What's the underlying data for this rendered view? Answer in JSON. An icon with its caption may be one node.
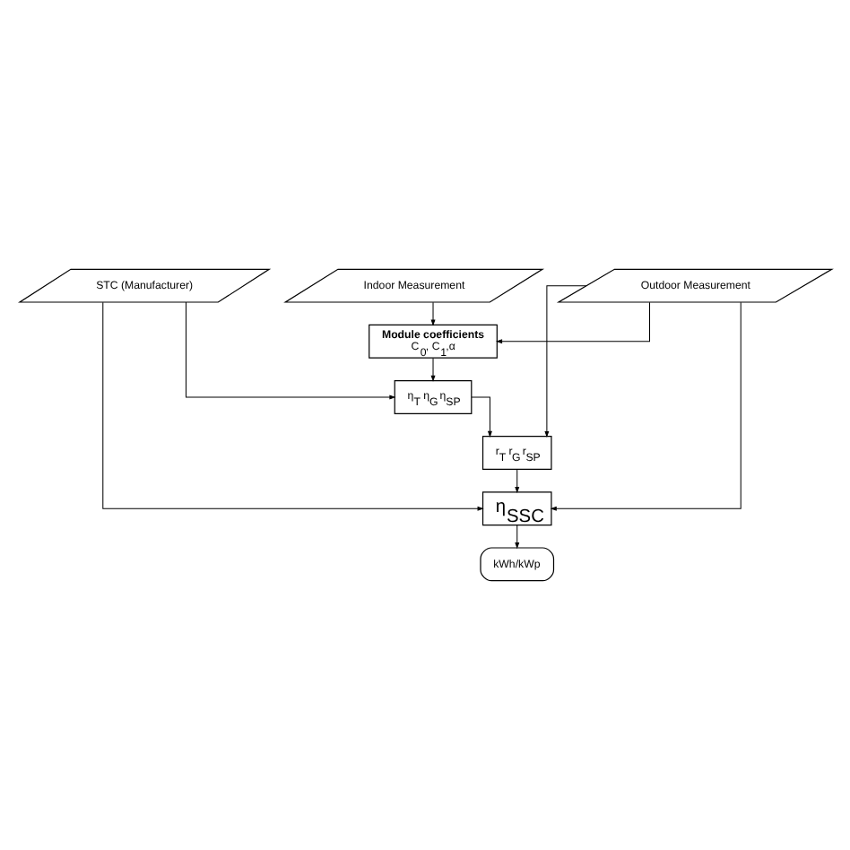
{
  "diagram": {
    "nodes": [
      {
        "text": [
          "STC (Manufacturer)"
        ]
      },
      {
        "text": [
          "Indoor Measurement"
        ]
      },
      {
        "text": [
          "Outdoor Measurement"
        ]
      },
      {
        "text": [
          "Module coefficients",
          "C$_{0}$, C$_{1}$,α"
        ]
      },
      {
        "text": [
          "η$_{T}$ η$_{G}$ η$_{SP}$"
        ]
      },
      {
        "text": [
          "r$_{T}$ r$_{G}$ r$_{SP}$"
        ]
      },
      {
        "text": [
          "η$_{SSC}$"
        ]
      },
      {
        "text": [
          "kWh/kWp"
        ]
      }
    ],
    "edges": [
      {
        "from": 1,
        "to": 3,
        "arrow": "to"
      },
      {
        "from": 2,
        "to": 3,
        "arrow": "to"
      },
      {
        "from": 3,
        "to": 4,
        "arrow": "to"
      },
      {
        "from": 0,
        "to": 4,
        "arrow": "to"
      },
      {
        "from": 4,
        "to": 5,
        "arrow": "to"
      },
      {
        "from": 2,
        "to": 5,
        "arrow": "to"
      },
      {
        "from": 5,
        "to": 6,
        "arrow": "to"
      },
      {
        "from": 0,
        "to": 6,
        "arrow": "to"
      },
      {
        "from": 2,
        "to": 6,
        "arrow": "to"
      },
      {
        "from": 6,
        "to": 7,
        "arrow": "to"
      }
    ]
  }
}
